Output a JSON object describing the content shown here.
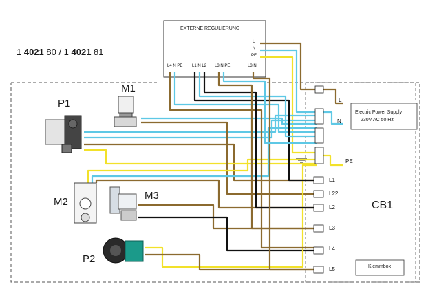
{
  "article_numbers": {
    "prefix1": "1 ",
    "bold1": "4021",
    "tail1": " 80 / 1 ",
    "bold2": "4021",
    "tail2": " 81"
  },
  "control_box": {
    "title": "EXTERNE REGULIERUNG",
    "terminal_groups": [
      "L4 N PE",
      "L1 N L2",
      "L3 N PE",
      "L3 N"
    ],
    "supply_terminals": [
      "L",
      "N",
      "PE"
    ]
  },
  "components": {
    "P1": "P1",
    "M1": "M1",
    "M2": "M2",
    "M3": "M3",
    "P2": "P2",
    "CB1": "CB1"
  },
  "power_supply": {
    "line1": "Electric Power Supply",
    "line2": "230V AC 50 Hz",
    "L": "L",
    "N": "N",
    "PE": "PE"
  },
  "terminals": [
    "L1",
    "L22",
    "L2",
    "L3",
    "L4",
    "L5"
  ],
  "klemmbox": "Klemmbox",
  "wire_colors": {
    "phase": "#8B6A2F",
    "neutral": "#5EC8E5",
    "earth": "#F2E12A",
    "black": "#111111"
  }
}
